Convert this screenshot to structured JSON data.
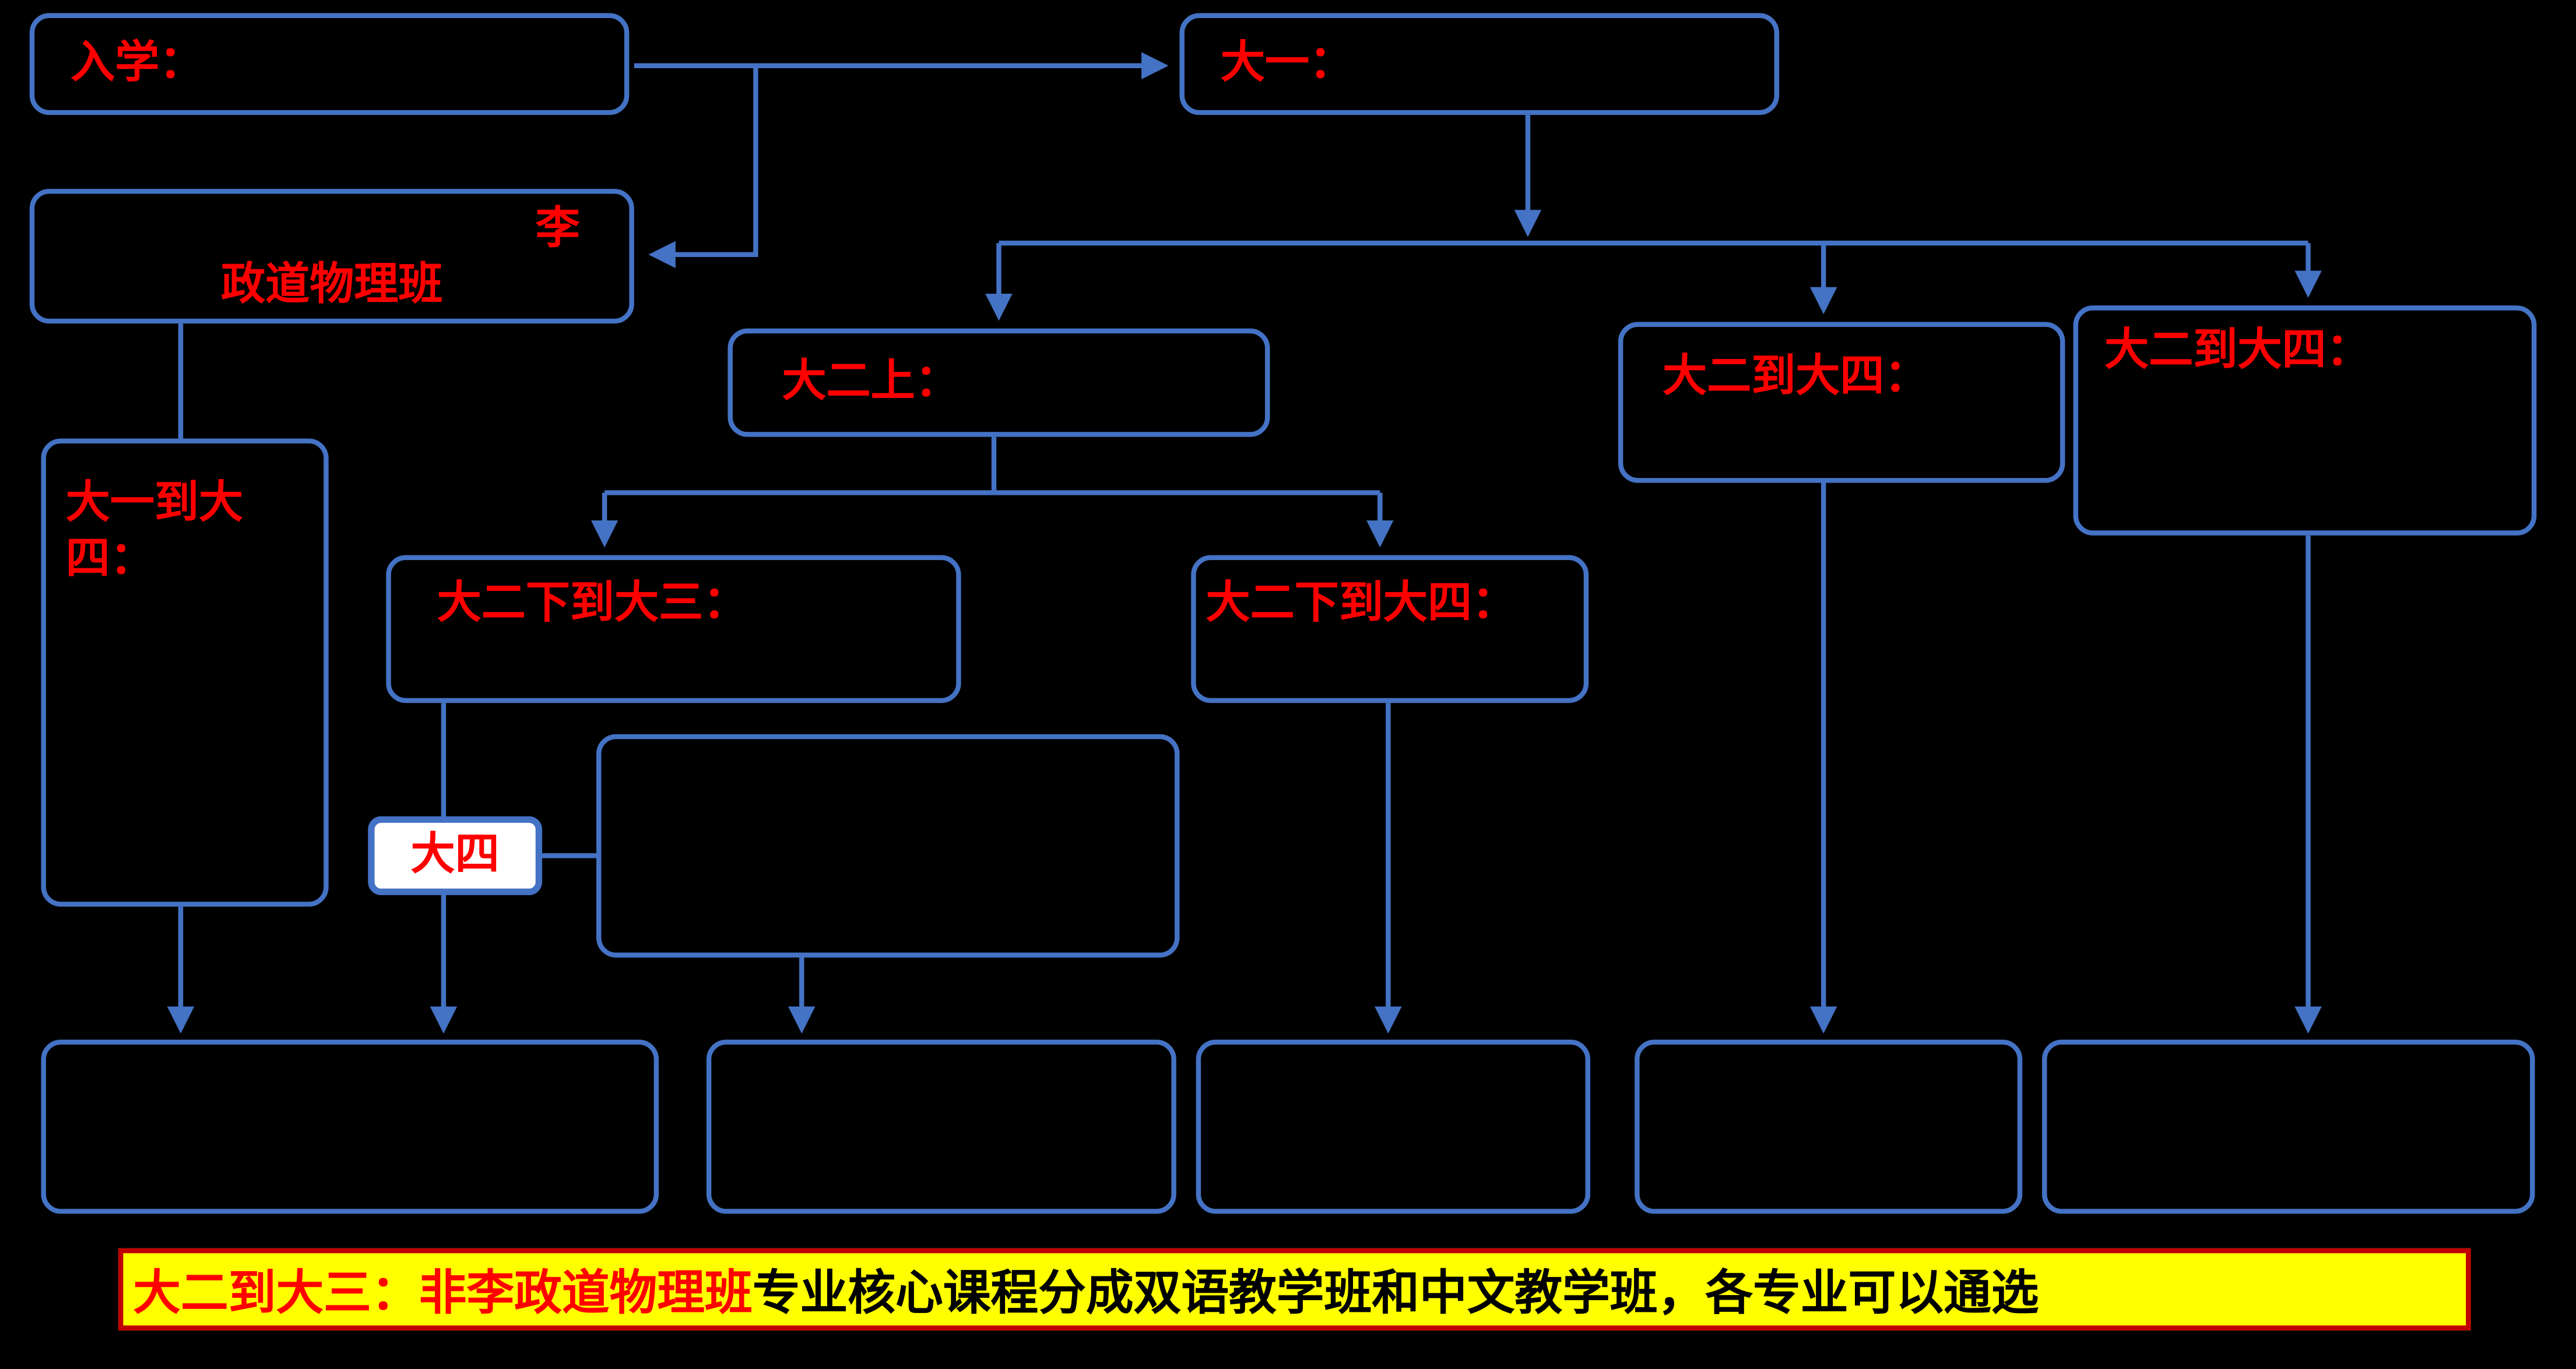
{
  "diagram": {
    "colors": {
      "background": "#000000",
      "line": "#4472C4",
      "node_border": "#4472C4",
      "node_fill": "#000000",
      "label_red": "#FF0000",
      "year4_fill": "#FFFFFF",
      "banner_fill": "#FFFF00",
      "banner_border": "#C00000"
    },
    "nodes": {
      "enroll": {
        "label": "入学："
      },
      "year1": {
        "label": "大一："
      },
      "li_class": {
        "line1": "李",
        "line2": "政道物理班"
      },
      "year1_to_4": {
        "label": "大一到大四："
      },
      "year2_fall": {
        "label": "大二上："
      },
      "year2_to_4_left": {
        "label": "大二到大四："
      },
      "year2_to_4_right": {
        "label": "大二到大四："
      },
      "year2_spring_to_3": {
        "label": "大二下到大三："
      },
      "year2_spring_to_4": {
        "label": "大二下到大四："
      },
      "year4": {
        "label": "大四"
      }
    },
    "banner": {
      "highlight": "大二到大三：非李政道物理班",
      "text": "专业核心课程分成双语教学班和中文教学班，各专业可以通选"
    }
  }
}
